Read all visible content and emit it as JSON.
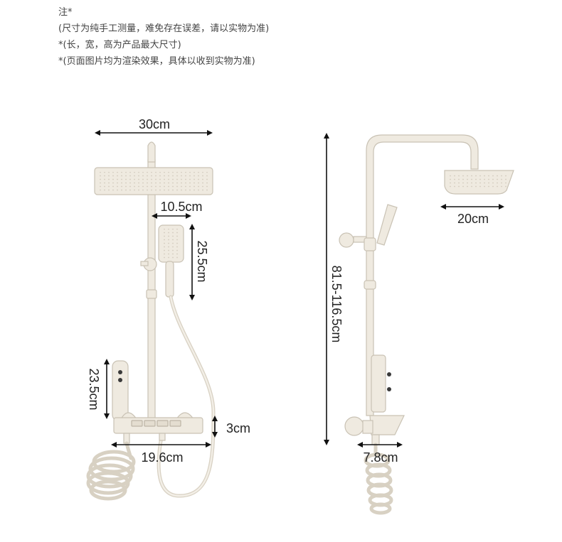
{
  "notes": {
    "line1": "注*",
    "line2": "(尺寸为纯手工测量，难免存在误差，请以实物为准)",
    "line3": "*(长，宽，高为产品最大尺寸)",
    "line4": "*(页面图片均为渲染效果，具体以收到实物为准)"
  },
  "front_view": {
    "top_shower_width": "30cm",
    "arm_offset": "10.5cm",
    "handheld_height": "25.5cm",
    "spray_gun_height": "23.5cm",
    "valve_height": "3cm",
    "valve_width": "19.6cm"
  },
  "side_view": {
    "total_height": "81.5-116.5cm",
    "top_shower_depth": "20cm",
    "valve_depth": "7.8cm"
  },
  "colors": {
    "fixture": "#efeae0",
    "outline": "#c9c2b4",
    "arrow": "#111111"
  }
}
